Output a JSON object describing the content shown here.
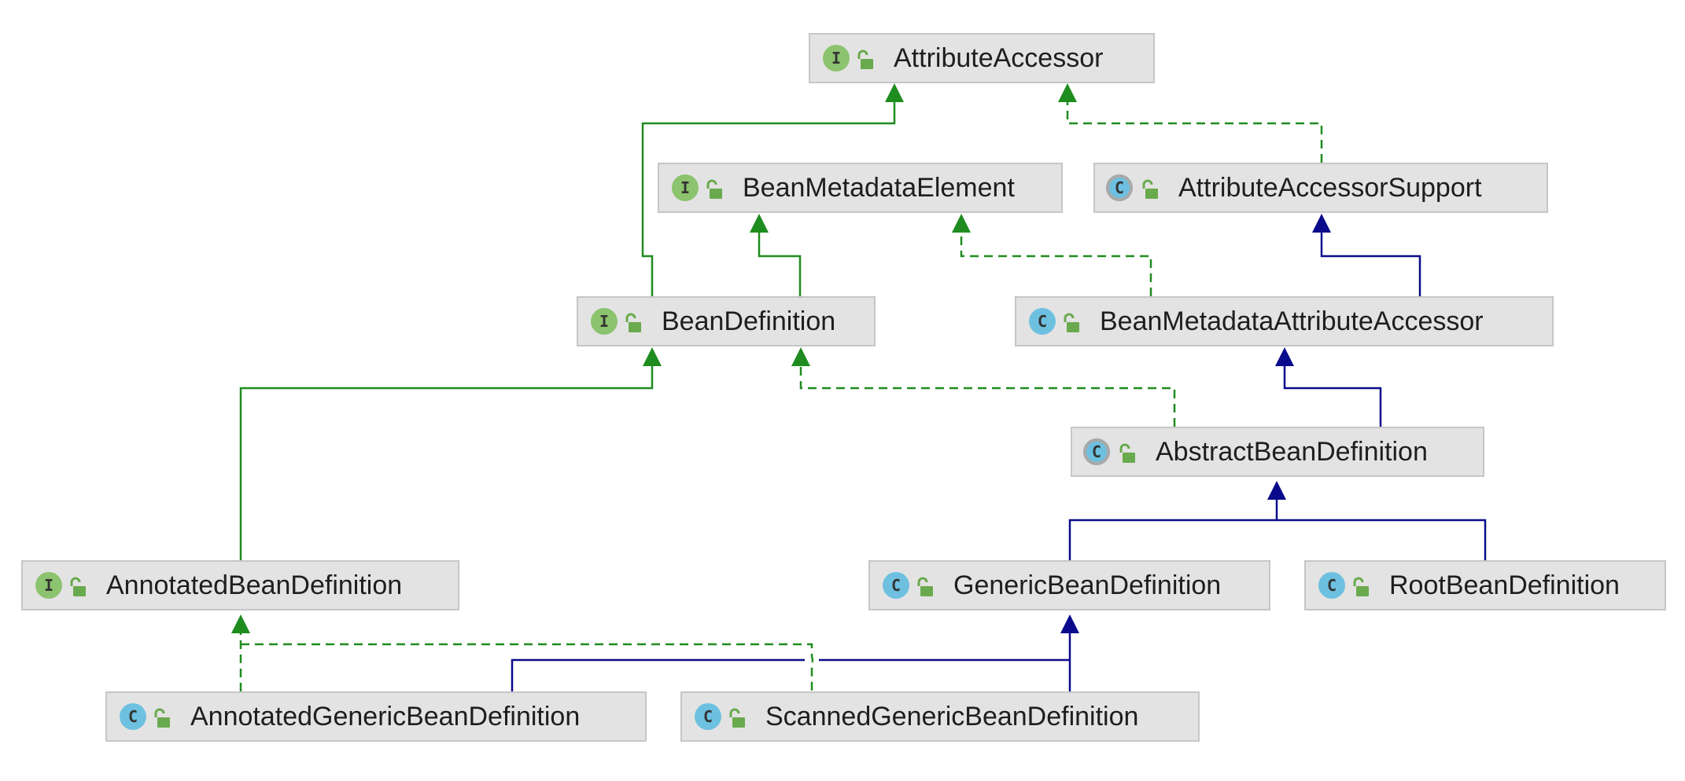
{
  "colors": {
    "interface_edge": "#1f8c1f",
    "class_edge": "#0a0a8c",
    "interface_badge": "#8cc36e",
    "class_badge": "#6dc0e0",
    "node_bg": "#e3e3e3",
    "node_border": "#c6c6c6"
  },
  "icons": {
    "interface": "interface-icon",
    "class": "class-icon",
    "abstract_class": "abstract-class-icon",
    "visibility": "unlocked-public-icon"
  },
  "nodes": {
    "attributeAccessor": {
      "name": "AttributeAccessor",
      "kind": "interface",
      "badge": "I"
    },
    "beanMetadataElement": {
      "name": "BeanMetadataElement",
      "kind": "interface",
      "badge": "I"
    },
    "attributeAccessorSupport": {
      "name": "AttributeAccessorSupport",
      "kind": "abstract",
      "badge": "C"
    },
    "beanDefinition": {
      "name": "BeanDefinition",
      "kind": "interface",
      "badge": "I"
    },
    "beanMetadataAttributeAccessor": {
      "name": "BeanMetadataAttributeAccessor",
      "kind": "class",
      "badge": "C"
    },
    "abstractBeanDefinition": {
      "name": "AbstractBeanDefinition",
      "kind": "abstract",
      "badge": "C"
    },
    "annotatedBeanDefinition": {
      "name": "AnnotatedBeanDefinition",
      "kind": "interface",
      "badge": "I"
    },
    "genericBeanDefinition": {
      "name": "GenericBeanDefinition",
      "kind": "class",
      "badge": "C"
    },
    "rootBeanDefinition": {
      "name": "RootBeanDefinition",
      "kind": "class",
      "badge": "C"
    },
    "annotatedGenericBeanDefinition": {
      "name": "AnnotatedGenericBeanDefinition",
      "kind": "class",
      "badge": "C"
    },
    "scannedGenericBeanDefinition": {
      "name": "ScannedGenericBeanDefinition",
      "kind": "class",
      "badge": "C"
    }
  },
  "edges": [
    {
      "from": "beanDefinition",
      "to": "attributeAccessor",
      "type": "extends-interface"
    },
    {
      "from": "beanDefinition",
      "to": "beanMetadataElement",
      "type": "extends-interface"
    },
    {
      "from": "attributeAccessorSupport",
      "to": "attributeAccessor",
      "type": "implements"
    },
    {
      "from": "beanMetadataAttributeAccessor",
      "to": "beanMetadataElement",
      "type": "implements"
    },
    {
      "from": "beanMetadataAttributeAccessor",
      "to": "attributeAccessorSupport",
      "type": "extends-class"
    },
    {
      "from": "abstractBeanDefinition",
      "to": "beanMetadataAttributeAccessor",
      "type": "extends-class"
    },
    {
      "from": "abstractBeanDefinition",
      "to": "beanDefinition",
      "type": "implements"
    },
    {
      "from": "annotatedBeanDefinition",
      "to": "beanDefinition",
      "type": "extends-interface"
    },
    {
      "from": "genericBeanDefinition",
      "to": "abstractBeanDefinition",
      "type": "extends-class"
    },
    {
      "from": "rootBeanDefinition",
      "to": "abstractBeanDefinition",
      "type": "extends-class"
    },
    {
      "from": "annotatedGenericBeanDefinition",
      "to": "genericBeanDefinition",
      "type": "extends-class"
    },
    {
      "from": "annotatedGenericBeanDefinition",
      "to": "annotatedBeanDefinition",
      "type": "implements"
    },
    {
      "from": "scannedGenericBeanDefinition",
      "to": "genericBeanDefinition",
      "type": "extends-class"
    },
    {
      "from": "scannedGenericBeanDefinition",
      "to": "annotatedBeanDefinition",
      "type": "implements"
    }
  ]
}
